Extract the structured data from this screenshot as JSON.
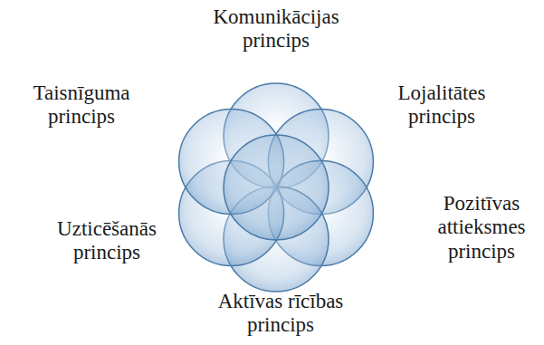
{
  "diagram": {
    "labels": [
      "Komunikācijas princips",
      "Taisnīguma princips",
      "Lojalitātes princips",
      "Uzticēšanās princips",
      "Pozitīvas attieksmes princips",
      "Aktīvas rīcības princips"
    ]
  }
}
